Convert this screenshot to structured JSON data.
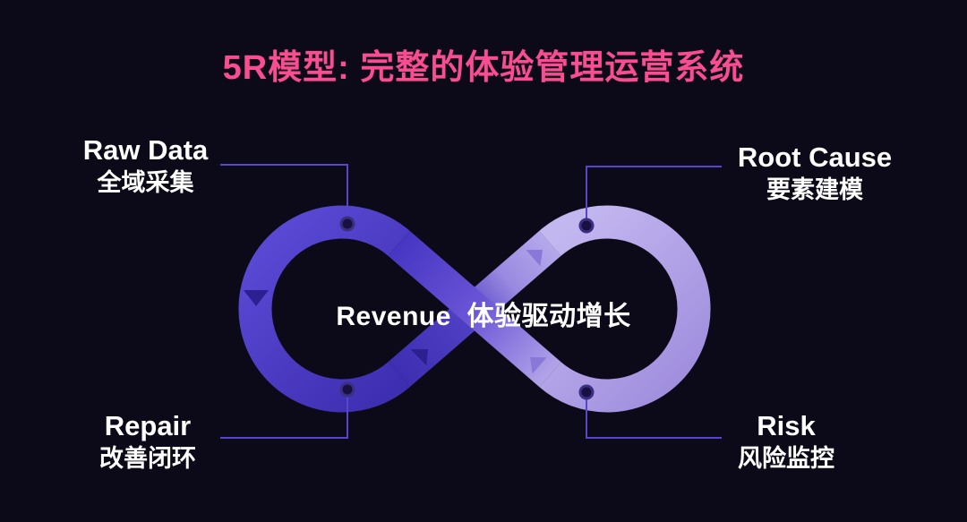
{
  "title": "5R模型: 完整的体验管理运营系统",
  "center_label": "Revenue  体验驱动增长",
  "nodes": [
    {
      "en": "Raw Data",
      "zh": "全域采集",
      "position": "top-left"
    },
    {
      "en": "Root Cause",
      "zh": "要素建模",
      "position": "top-right"
    },
    {
      "en": "Repair",
      "zh": "改善闭环",
      "position": "bottom-left"
    },
    {
      "en": "Risk",
      "zh": "风险监控",
      "position": "bottom-right"
    }
  ],
  "colors": {
    "background": "#0c0918",
    "title": "#f94d92",
    "text": "#ffffff",
    "loop_dark": "#4634c0",
    "loop_mid": "#6a54d6",
    "loop_light": "#b3a5e8",
    "arrow_on_dark": "#2c2090",
    "arrow_on_light": "#8a78d8",
    "connector": "#5646c8",
    "dot_fill": "#171040",
    "dot_ring": "#3a2f80"
  }
}
